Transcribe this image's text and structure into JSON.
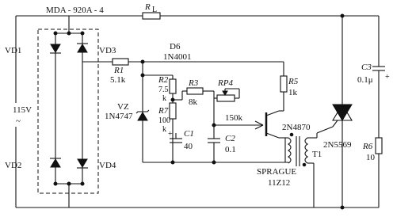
{
  "schematic": {
    "labels": {
      "bridge_title": "MDA - 920A - 4",
      "r1_top": "R",
      "r1_top_sub": "L",
      "vd1": "VD1",
      "vd2": "VD2",
      "vd3": "VD3",
      "vd4": "VD4",
      "ac_voltage": "115V",
      "ac_symbol": "~",
      "d6_name": "D6",
      "d6_part": "1N4001",
      "r1": "R1",
      "r1_value": "5.1k",
      "vz": "VZ",
      "vz_part": "1N4747",
      "r2": "R2",
      "r2_value_a": "7.5",
      "r2_value_b": "k",
      "r7": "R7",
      "r7_value_a": "100",
      "r7_value_b": "k",
      "r3": "R3",
      "r3_value": "8k",
      "rp4": "RP4",
      "rp4_value": "150k",
      "r5": "R5",
      "r5_value": "1k",
      "c1": "C1",
      "c1_value": "40",
      "c2": "C2",
      "c2_value": "0.1",
      "c1_plus": "+",
      "transistor_part": "2N4870",
      "transformer_name": "T1",
      "transformer_maker": "SPRAGUE",
      "transformer_part": "11Z12",
      "triac_part": "2N5569",
      "c3": "C3",
      "c3_value": "0.1μ",
      "c3_plus": "+",
      "r6": "R6",
      "r6_value": "10"
    }
  }
}
